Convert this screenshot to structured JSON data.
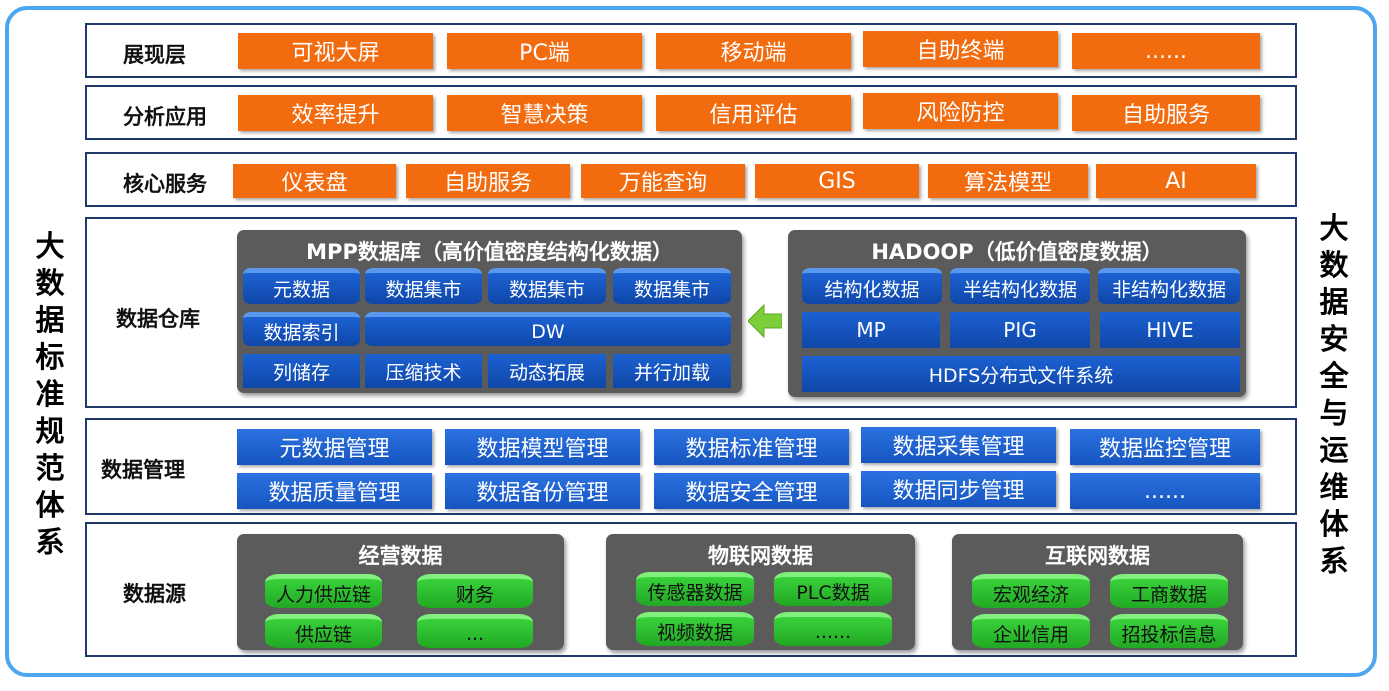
{
  "left_title": [
    "大",
    "数",
    "据",
    "标",
    "准",
    "规",
    "范",
    "体",
    "系"
  ],
  "right_title": [
    "大",
    "数",
    "据",
    "安",
    "全",
    "与",
    "运",
    "维",
    "体",
    "系"
  ],
  "presentation": {
    "label": "展现层",
    "items": [
      "可视大屏",
      "PC端",
      "移动端",
      "自助终端",
      "......"
    ]
  },
  "analysis": {
    "label": "分析应用",
    "items": [
      "效率提升",
      "智慧决策",
      "信用评估",
      "风险防控",
      "自助服务"
    ]
  },
  "core": {
    "label": "核心服务",
    "items": [
      "仪表盘",
      "自助服务",
      "万能查询",
      "GIS",
      "算法模型",
      "AI"
    ]
  },
  "warehouse": {
    "label": "数据仓库",
    "mpp": {
      "title": "MPP数据库（高价值密度结构化数据）",
      "row1": [
        "元数据",
        "数据集市",
        "数据集市",
        "数据集市"
      ],
      "index": "数据索引",
      "dw": "DW",
      "row3": [
        "列储存",
        "压缩技术",
        "动态拓展",
        "并行加载"
      ]
    },
    "hadoop": {
      "title": "HADOOP（低价值密度数据）",
      "row1": [
        "结构化数据",
        "半结构化数据",
        "非结构化数据"
      ],
      "row2": [
        "MP",
        "PIG",
        "HIVE"
      ],
      "hdfs": "HDFS分布式文件系统"
    },
    "arrow_color": "#7ccf3a"
  },
  "management": {
    "label": "数据管理",
    "row1": [
      "元数据管理",
      "数据模型管理",
      "数据标准管理",
      "数据采集管理",
      "数据监控管理"
    ],
    "row2": [
      "数据质量管理",
      "数据备份管理",
      "数据安全管理",
      "数据同步管理",
      "......"
    ]
  },
  "sources": {
    "label": "数据源",
    "business": {
      "title": "经营数据",
      "items": [
        "人力供应链",
        "财务",
        "供应链",
        "..."
      ]
    },
    "iot": {
      "title": "物联网数据",
      "items": [
        "传感器数据",
        "PLC数据",
        "视频数据",
        "......"
      ]
    },
    "internet": {
      "title": "互联网数据",
      "items": [
        "宏观经济",
        "工商数据",
        "企业信用",
        "招投标信息"
      ]
    }
  },
  "colors": {
    "orange": "#f26b0f",
    "blue": "#1b5fcf",
    "green": "#39d13a",
    "panel": "#5b5b5b",
    "frame": "#4da6f0"
  }
}
